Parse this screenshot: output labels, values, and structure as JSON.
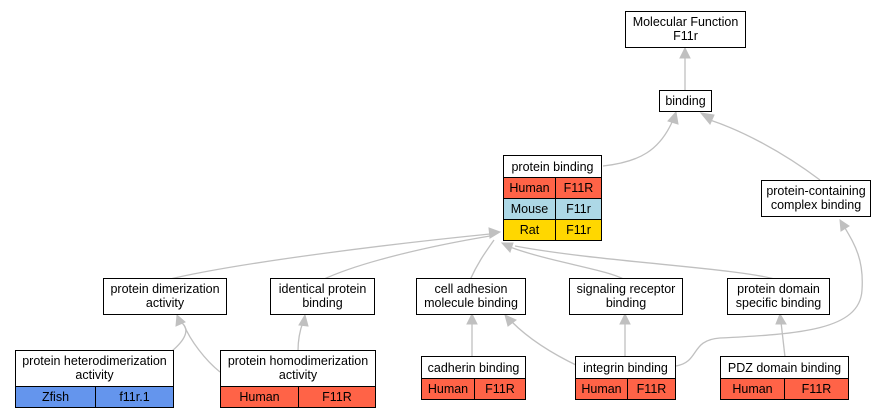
{
  "colors": {
    "human": "#ff6347",
    "mouse": "#add8e6",
    "rat": "#ffd700",
    "zfish": "#6495ed",
    "edge": "#c0c0c0"
  },
  "nodes": {
    "root": {
      "line1": "Molecular Function",
      "line2": "F11r"
    },
    "binding": {
      "line1": "binding"
    },
    "protein_binding": {
      "title": "protein binding",
      "rows": [
        {
          "species": "Human",
          "gene": "F11R",
          "color_key": "human"
        },
        {
          "species": "Mouse",
          "gene": "F11r",
          "color_key": "mouse"
        },
        {
          "species": "Rat",
          "gene": "F11r",
          "color_key": "rat"
        }
      ]
    },
    "protein_containing": {
      "line1": "protein-containing",
      "line2": "complex binding"
    },
    "protein_dimerization": {
      "line1": "protein dimerization",
      "line2": "activity"
    },
    "identical_protein": {
      "line1": "identical protein",
      "line2": "binding"
    },
    "cell_adhesion": {
      "line1": "cell adhesion",
      "line2": "molecule binding"
    },
    "signaling_receptor": {
      "line1": "signaling receptor",
      "line2": "binding"
    },
    "protein_domain": {
      "line1": "protein domain",
      "line2": "specific binding"
    },
    "heterodimerization": {
      "line1": "protein heterodimerization",
      "line2": "activity",
      "rows": [
        {
          "species": "Zfish",
          "gene": "f11r.1",
          "color_key": "zfish"
        }
      ]
    },
    "homodimerization": {
      "line1": "protein homodimerization",
      "line2": "activity",
      "rows": [
        {
          "species": "Human",
          "gene": "F11R",
          "color_key": "human"
        }
      ]
    },
    "cadherin": {
      "line1": "cadherin binding",
      "rows": [
        {
          "species": "Human",
          "gene": "F11R",
          "color_key": "human"
        }
      ]
    },
    "integrin": {
      "line1": "integrin binding",
      "rows": [
        {
          "species": "Human",
          "gene": "F11R",
          "color_key": "human"
        }
      ]
    },
    "pdz": {
      "line1": "PDZ domain binding",
      "rows": [
        {
          "species": "Human",
          "gene": "F11R",
          "color_key": "human"
        }
      ]
    }
  }
}
